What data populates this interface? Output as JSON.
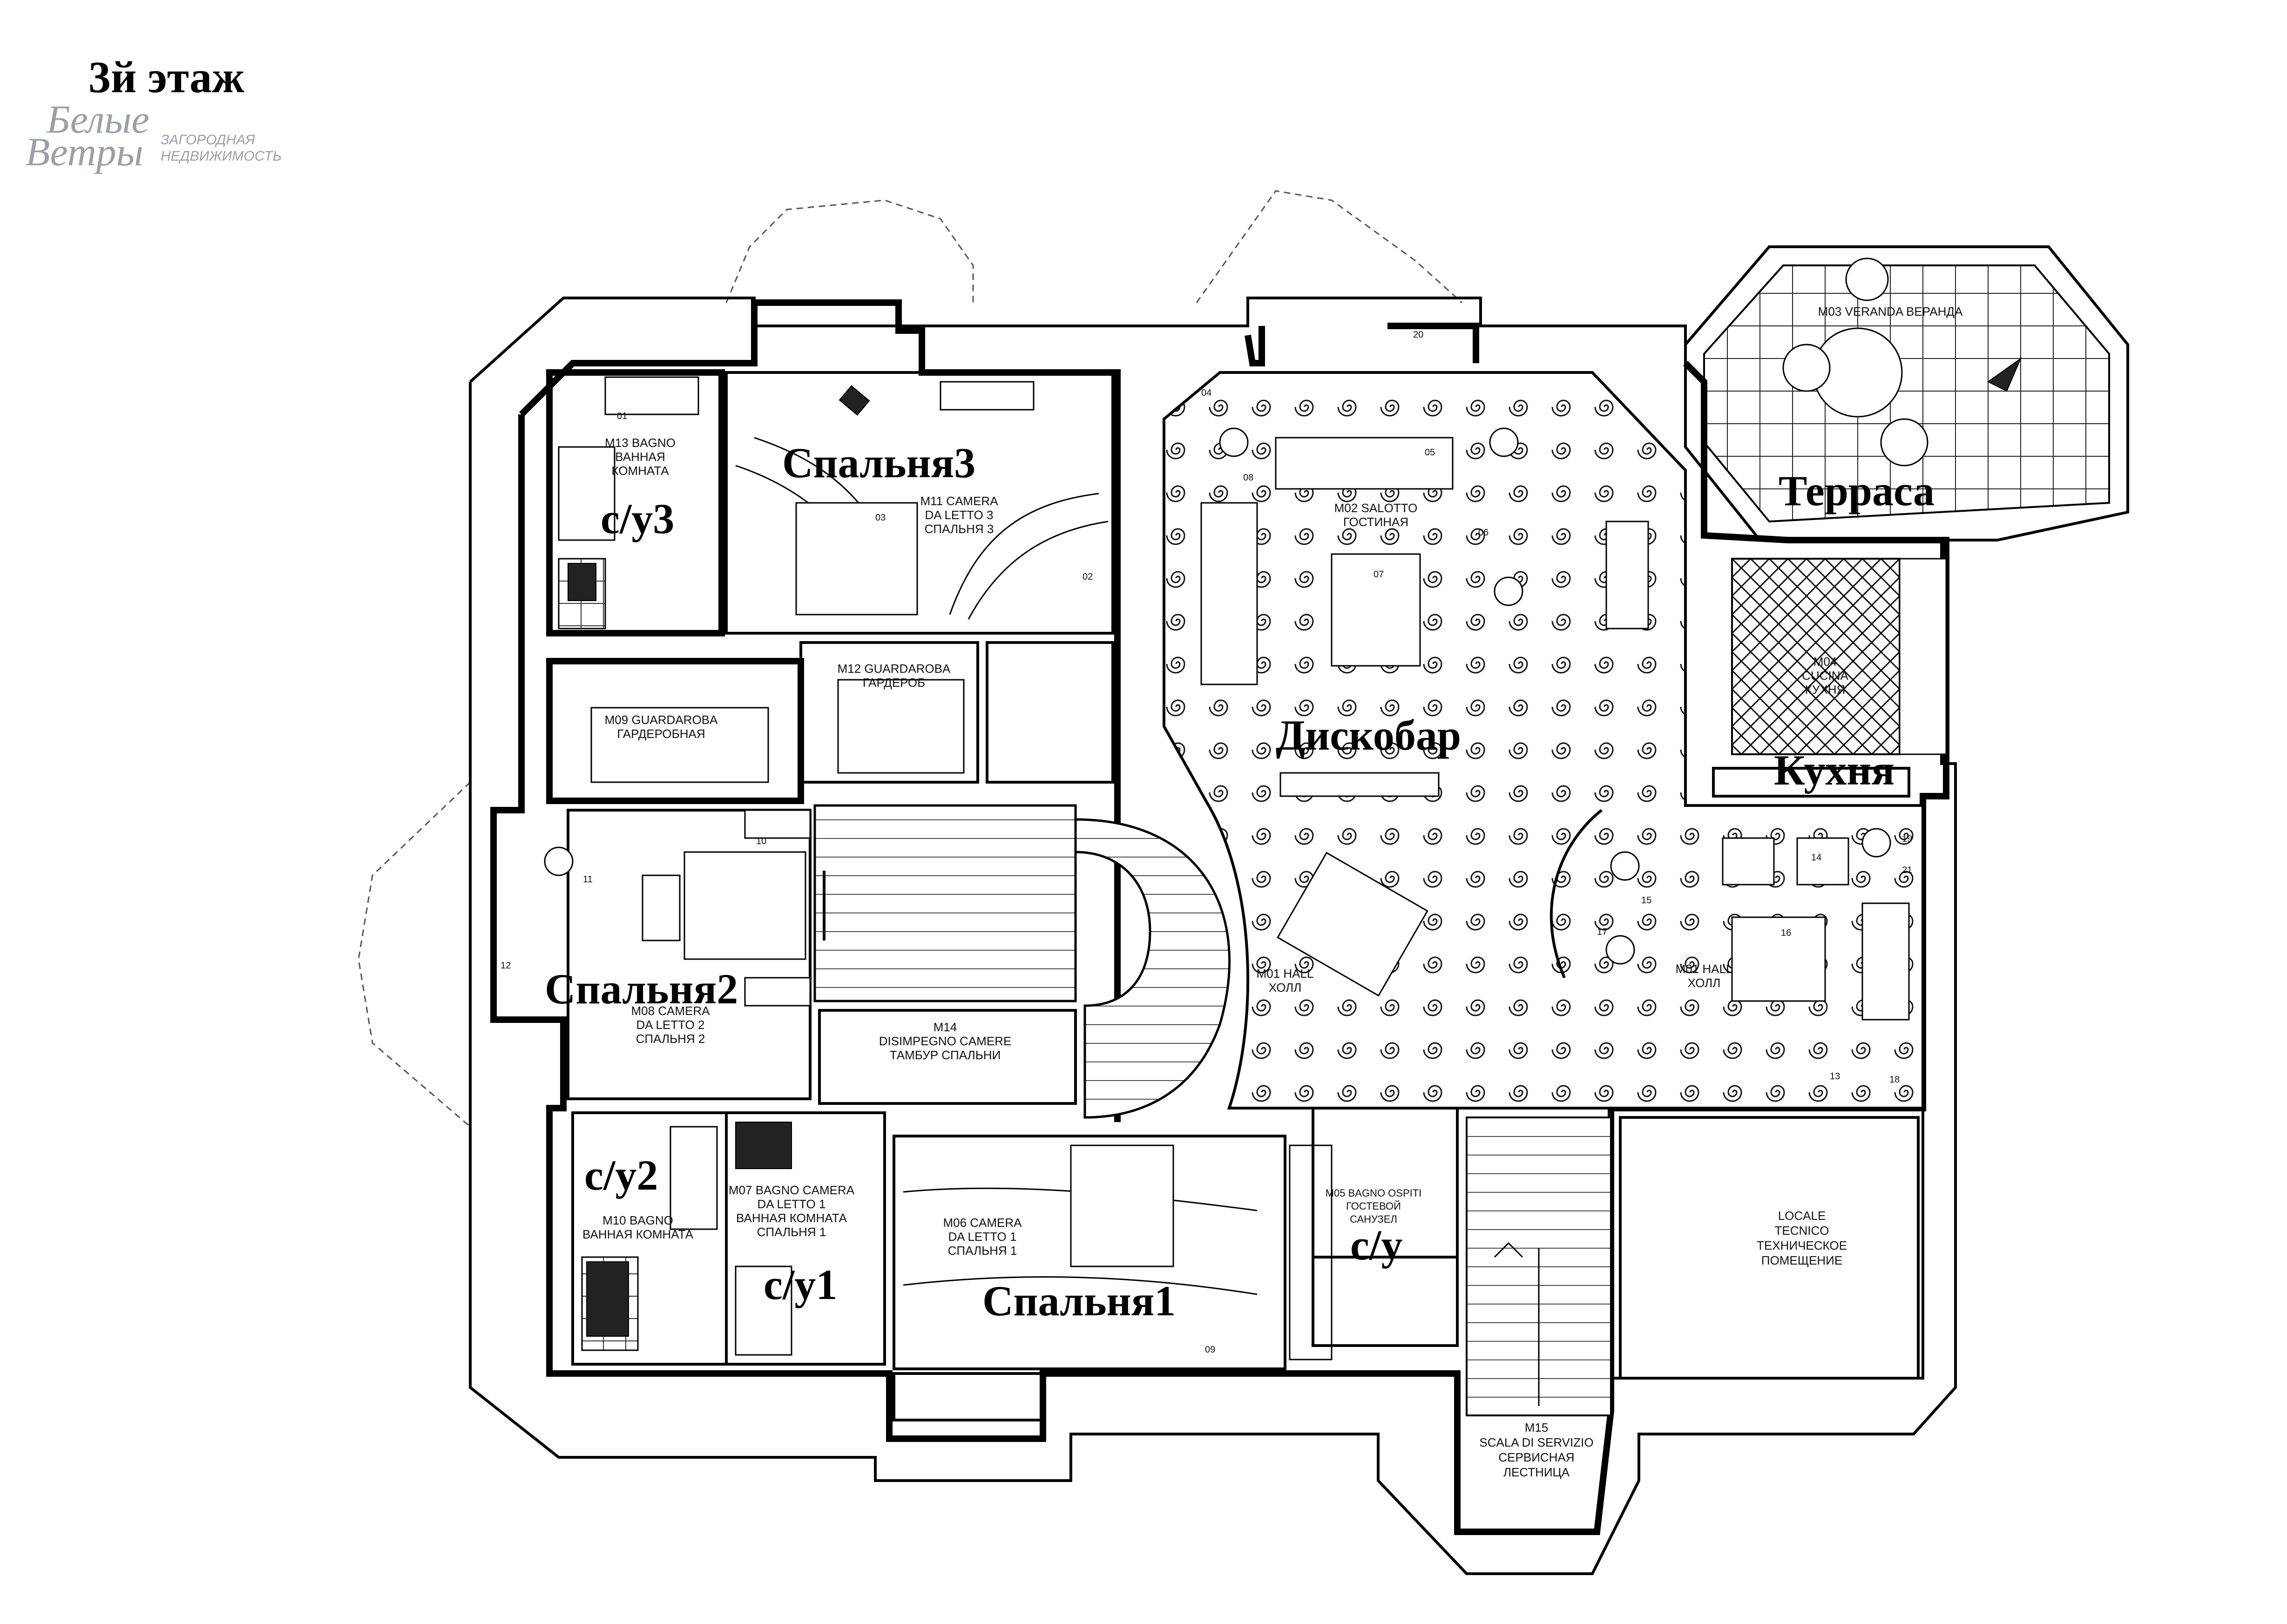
{
  "plan": {
    "title": "3й этаж",
    "logo": {
      "brand_line1": "Белые",
      "brand_line2": "Ветры",
      "tagline1": "ЗАГОРОДНАЯ",
      "tagline2": "НЕДВИЖИМОСТЬ"
    },
    "room_labels": {
      "bath3": "с/у3",
      "bedroom3": "Спальня3",
      "terrace": "Терраса",
      "discobar": "Дискобар",
      "kitchen": "Кухня",
      "bedroom2": "Спальня2",
      "bath2": "с/у2",
      "bath1": "с/у1",
      "bedroom1": "Спальня1",
      "guest_wc": "с/у"
    },
    "small_labels": {
      "m13": [
        "M13 BAGNO",
        "ВАННАЯ",
        "КОМНАТА"
      ],
      "m11": [
        "M11 CAMERA",
        "DA LETTO 3",
        "СПАЛЬНЯ 3"
      ],
      "m12": [
        "M12 GUARDAROBA",
        "ГАРДЕРОБ"
      ],
      "m09": [
        "M09 GUARDAROBA",
        "ГАРДЕРОБНАЯ"
      ],
      "m03": [
        "M03 VERANDA  ВЕРАНДА"
      ],
      "m02": [
        "M02 SALOTTO",
        "ГОСТИНАЯ"
      ],
      "m04": [
        "M04",
        "CUCINA",
        "КУХНЯ"
      ],
      "m01a": [
        "M01 HALL",
        "ХОЛЛ"
      ],
      "m01b": [
        "M01 HALL",
        "ХОЛЛ"
      ],
      "m08": [
        "M08 CAMERA",
        "DA LETTO 2",
        "СПАЛЬНЯ 2"
      ],
      "m14": [
        "M14",
        "DISIMPEGNO CAMERE",
        "ТАМБУР СПАЛЬНИ"
      ],
      "m10": [
        "M10 BAGNO",
        "ВАННАЯ КОМНАТА"
      ],
      "m07": [
        "M07 BAGNO CAMERA",
        "DA LETTO 1",
        "ВАННАЯ КОМНАТА",
        "СПАЛЬНЯ 1"
      ],
      "m06": [
        "M06 CAMERA",
        "DA LETTO 1",
        "СПАЛЬНЯ 1"
      ],
      "m05": [
        "M05 BAGNO OSPITI",
        "ГОСТЕВОЙ",
        "САНУЗЕЛ"
      ],
      "locale": [
        "LOCALE",
        "TECNICO",
        "ТЕХНИЧЕСКОЕ",
        "ПОМЕЩЕНИЕ"
      ],
      "m15": [
        "M15",
        "SCALA DI SERVIZIO",
        "СЕРВИСНАЯ",
        "ЛЕСТНИЦА"
      ]
    },
    "codes": [
      "01",
      "02",
      "03",
      "04",
      "05",
      "06",
      "07",
      "08",
      "09",
      "10",
      "11",
      "12",
      "13",
      "14",
      "15",
      "16",
      "17",
      "18",
      "19",
      "20",
      "21"
    ]
  }
}
